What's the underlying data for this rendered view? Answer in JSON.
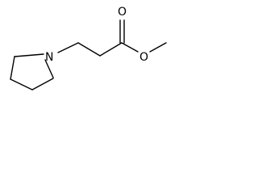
{
  "atoms": {
    "nitrogen": "N",
    "carbonyl_oxygen": "O",
    "ester_oxygen": "O"
  },
  "colors": {
    "bond": "#000000",
    "background": "#ffffff"
  }
}
